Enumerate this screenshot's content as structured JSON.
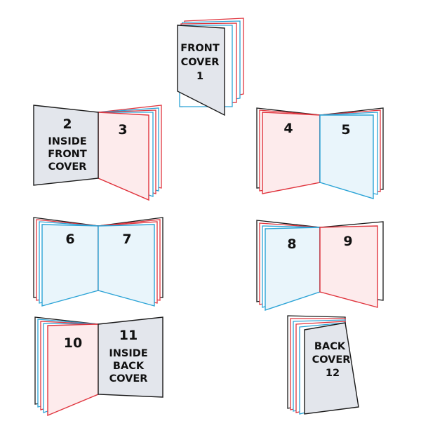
{
  "colors": {
    "cover_fill": "#e3e6ec",
    "cover_stroke": "#1a1a1a",
    "pink_fill": "#fdebec",
    "pink_stroke": "#e0343d",
    "blue_fill": "#e9f5fb",
    "blue_stroke": "#2aa3d6"
  },
  "pages": {
    "front_cover": {
      "lines": [
        "FRONT",
        "COVER",
        "1"
      ]
    },
    "p2": {
      "number": "2",
      "lines": [
        "INSIDE",
        "FRONT",
        "COVER"
      ]
    },
    "p3": {
      "number": "3"
    },
    "p4": {
      "number": "4"
    },
    "p5": {
      "number": "5"
    },
    "p6": {
      "number": "6"
    },
    "p7": {
      "number": "7"
    },
    "p8": {
      "number": "8"
    },
    "p9": {
      "number": "9"
    },
    "p10": {
      "number": "10"
    },
    "p11": {
      "number": "11",
      "lines": [
        "INSIDE",
        "BACK",
        "COVER"
      ]
    },
    "back_cover": {
      "lines": [
        "BACK",
        "COVER",
        "12"
      ]
    }
  }
}
